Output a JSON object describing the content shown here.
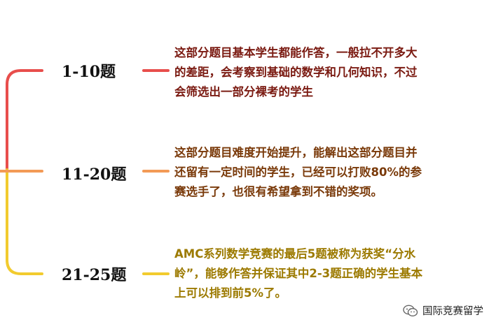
{
  "colors": {
    "red": "#E84E4C",
    "orange": "#F39A56",
    "yellow": "#F2CB2E",
    "desc1": "#7B1B12",
    "desc2": "#7A3A0A",
    "desc3": "#9C7A00"
  },
  "items": [
    {
      "range": "1-10题",
      "lines": [
        "这部分题目基本学生都能作答，一般拉不开多大",
        "的差距，会考察到基础的数学和几何知识，不过",
        "会筛选出一部分裸考的学生"
      ]
    },
    {
      "range": "11-20题",
      "lines": [
        "这部分题目难度开始提升，能解出这部分题目并",
        "还留有一定时间的学生，已经可以打败80%的参",
        "赛选手了，也很有希望拿到不错的奖项。"
      ]
    },
    {
      "range": "21-25题",
      "lines": [
        "AMC系列数学竞赛的最后5题被称为获奖“分水",
        "岭”，能够作答并保证其中2-3题正确的学生基本",
        "上可以排到前5%了。"
      ]
    }
  ],
  "watermark": {
    "icon": "wechat-icon",
    "text": "国际竞赛留学"
  }
}
